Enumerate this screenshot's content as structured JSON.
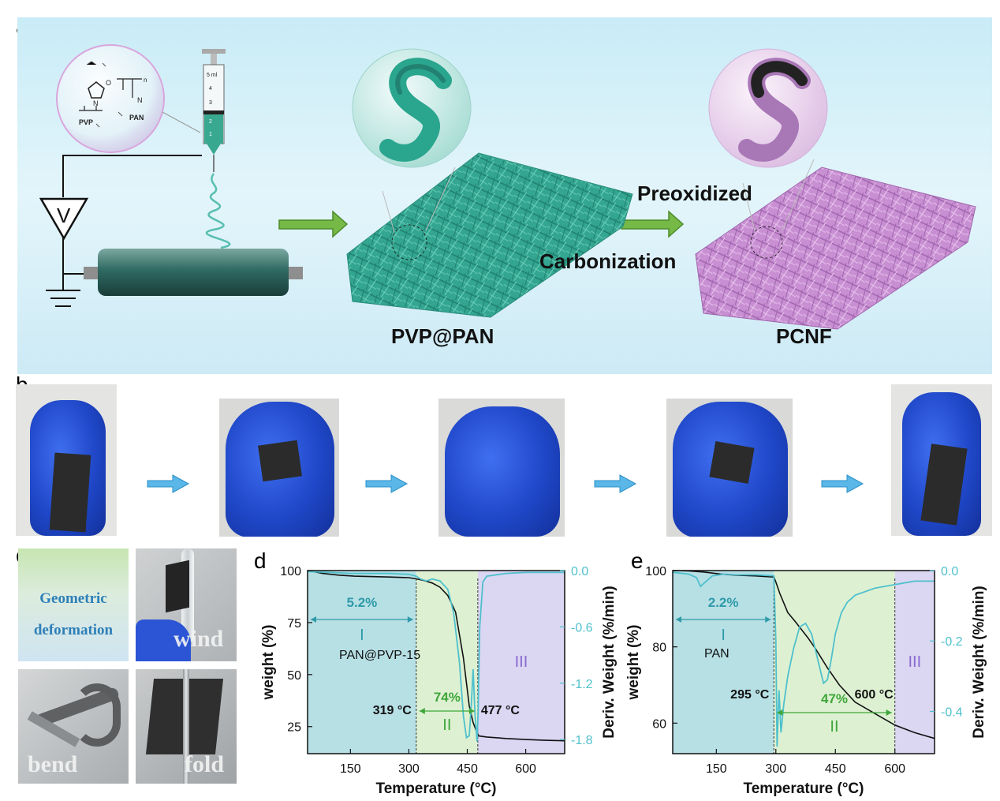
{
  "panels": {
    "a": "a",
    "b": "b",
    "c": "c",
    "d": "d",
    "e": "e"
  },
  "panel_a": {
    "syringe_marks": [
      "5 ml",
      "4",
      "3",
      "2",
      "1"
    ],
    "molecule_labels": {
      "pvp": "PVP",
      "pan": "PAN",
      "o": "O",
      "n": "N",
      "sub_n": "n"
    },
    "voltage_label": "V",
    "step_labels": {
      "line1": "Preoxidized",
      "line2": "Carbonization"
    },
    "product_labels": {
      "left": "PVP@PAN",
      "right": "PCNF"
    },
    "colors": {
      "pvp_pan": "#2aa58e",
      "pcnf": "#c88fd0",
      "arrow": "#6cb43a"
    }
  },
  "panel_b": {
    "sequence_steps": 5,
    "glove_color": "#1f47c8"
  },
  "panel_c": {
    "tiles": {
      "geometric": "Geometric\ndeformation",
      "wind": "wind",
      "bend": "bend",
      "fold": "fold"
    }
  },
  "chart_data": [
    {
      "type": "line",
      "panel": "d",
      "xlabel": "Temperature (°C)",
      "ylabel_left": "weight (%)",
      "ylabel_right": "Deriv. Weight (%/min)",
      "xticks": [
        150,
        300,
        450,
        600
      ],
      "yticks_left": [
        25,
        50,
        75,
        100
      ],
      "yticks_right": [
        "0.0",
        "-0.6",
        "-1.2",
        "-1.8"
      ],
      "xlim": [
        40,
        700
      ],
      "ylim_left": [
        12,
        100
      ],
      "ylim_right": [
        -1.95,
        0.0
      ],
      "sample_label": "PAN@PVP-15",
      "regions": [
        {
          "name": "I",
          "from": 40,
          "to": 319,
          "color": "#9fd6dc"
        },
        {
          "name": "II",
          "from": 319,
          "to": 477,
          "color": "#d2ecc3"
        },
        {
          "name": "III",
          "from": 477,
          "to": 700,
          "color": "#cfc8ee"
        }
      ],
      "annotations": {
        "loss1": "5.2%",
        "loss2": "74%",
        "t1": "319 °C",
        "t2": "477 °C",
        "r1": "I",
        "r2": "II",
        "r3": "III"
      },
      "series": [
        {
          "name": "weight",
          "axis": "left",
          "color": "#111111",
          "x": [
            40,
            80,
            120,
            160,
            200,
            250,
            300,
            319,
            340,
            360,
            380,
            400,
            420,
            440,
            455,
            465,
            475,
            480,
            500,
            550,
            600,
            650,
            700
          ],
          "values": [
            100,
            98.6,
            97.8,
            97.3,
            97.1,
            96.9,
            96.6,
            96,
            95.2,
            94,
            92,
            88,
            80,
            58,
            35,
            27,
            22,
            20.5,
            20,
            19.3,
            18.8,
            18.4,
            18.2
          ]
        },
        {
          "name": "derivative",
          "axis": "right",
          "color": "#4fc0cd",
          "x": [
            40,
            100,
            150,
            200,
            250,
            300,
            319,
            330,
            345,
            360,
            380,
            400,
            415,
            430,
            440,
            448,
            455,
            460,
            465,
            470,
            475,
            478,
            482,
            490,
            500,
            550,
            600,
            650,
            700
          ],
          "values": [
            -0.01,
            -0.02,
            -0.03,
            -0.03,
            -0.03,
            -0.04,
            -0.06,
            -0.09,
            -0.11,
            -0.09,
            -0.11,
            -0.2,
            -0.45,
            -0.98,
            -1.55,
            -1.78,
            -1.76,
            -1.45,
            -1.05,
            -1.55,
            -1.82,
            -1.5,
            -0.6,
            -0.12,
            -0.06,
            -0.03,
            -0.02,
            -0.02,
            -0.02
          ]
        }
      ]
    },
    {
      "type": "line",
      "panel": "e",
      "xlabel": "Temperature (°C)",
      "ylabel_left": "weight (%)",
      "ylabel_right": "Deriv. Weight (%/min)",
      "xticks": [
        150,
        300,
        450,
        600
      ],
      "yticks_left": [
        60,
        80,
        100
      ],
      "yticks_right": [
        "0.0",
        "-0.2",
        "-0.4"
      ],
      "xlim": [
        40,
        700
      ],
      "ylim_left": [
        52,
        100
      ],
      "ylim_right": [
        -0.52,
        0.0
      ],
      "sample_label": "PAN",
      "regions": [
        {
          "name": "I",
          "from": 40,
          "to": 295,
          "color": "#9fd6dc"
        },
        {
          "name": "II",
          "from": 295,
          "to": 600,
          "color": "#d2ecc3"
        },
        {
          "name": "III",
          "from": 600,
          "to": 700,
          "color": "#cfc8ee"
        }
      ],
      "annotations": {
        "loss1": "2.2%",
        "loss2": "47%",
        "t1": "295 °C",
        "t2": "600 °C",
        "r1": "I",
        "r2": "II",
        "r3": "III"
      },
      "series": [
        {
          "name": "weight",
          "axis": "left",
          "color": "#111111",
          "x": [
            40,
            80,
            120,
            160,
            200,
            250,
            295,
            300,
            310,
            330,
            350,
            380,
            400,
            430,
            460,
            500,
            550,
            600,
            650,
            700
          ],
          "values": [
            100,
            99.9,
            99.6,
            99.1,
            98.8,
            98.6,
            98.3,
            97,
            94,
            89,
            86.5,
            82.5,
            79.5,
            74.5,
            70,
            65.5,
            62.5,
            59.5,
            57.5,
            56
          ],
          "note": ""
        },
        {
          "name": "derivative",
          "axis": "right",
          "color": "#4fc0cd",
          "x": [
            40,
            80,
            100,
            110,
            120,
            140,
            170,
            200,
            250,
            295,
            300,
            303,
            308,
            313,
            320,
            330,
            345,
            360,
            375,
            390,
            405,
            420,
            430,
            440,
            450,
            465,
            480,
            500,
            550,
            600,
            650,
            700
          ],
          "values": [
            -0.005,
            -0.01,
            -0.02,
            -0.045,
            -0.035,
            -0.015,
            -0.01,
            -0.012,
            -0.012,
            -0.015,
            -0.2,
            -0.5,
            -0.34,
            -0.46,
            -0.38,
            -0.3,
            -0.22,
            -0.16,
            -0.15,
            -0.18,
            -0.25,
            -0.32,
            -0.31,
            -0.25,
            -0.18,
            -0.12,
            -0.09,
            -0.07,
            -0.05,
            -0.04,
            -0.03,
            -0.03
          ]
        }
      ]
    }
  ]
}
